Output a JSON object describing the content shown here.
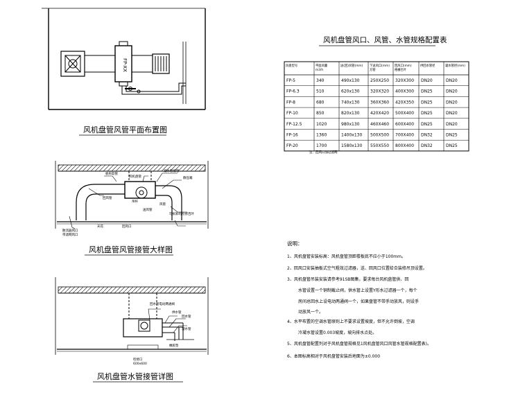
{
  "plan": {
    "unit_label": "FP-XX",
    "title": "风机盘管风管平面布置图"
  },
  "detail": {
    "title": "风机盘管风管接管大样图",
    "callouts": [
      "帆布软管",
      "风机盘管",
      "凝水管接管",
      "回风管",
      "风管",
      "静压箱",
      "吊杆",
      "送风管",
      "天花",
      "回风口",
      "可拆卸的检修百叶",
      "散流器风口",
      "带滤网风口"
    ]
  },
  "water": {
    "title": "风机盘管水管接管详图",
    "callouts": [
      "回水管电动两通阀",
      "供水管",
      "回水管",
      "凝水管",
      "橡胶垫",
      "检修口"
    ],
    "access_size": "600x600"
  },
  "table": {
    "title": "风机盘管风口、风管、水管规格配置表",
    "headers": [
      "风盘型号",
      "平面风量 m3/h",
      "送(回)风管(mm)",
      "下送风口(mm) 方管",
      "回风口(mm) 格栅百叶",
      "供回水管径",
      "凝水管径(mm)"
    ],
    "rows": [
      [
        "FP-5",
        "340",
        "490x130",
        "250X250",
        "320X300",
        "DN20",
        "DN20"
      ],
      [
        "FP-6.3",
        "510",
        "620x130",
        "320X320",
        "400X300",
        "DN25",
        "DN20"
      ],
      [
        "FP-8",
        "680",
        "740x130",
        "360X360",
        "420X350",
        "DN25",
        "DN20"
      ],
      [
        "FP-10",
        "850",
        "820x130",
        "420X420",
        "500X400",
        "DN25",
        "DN20"
      ],
      [
        "FP-12.5",
        "1020",
        "980x130",
        "460X460",
        "600X400",
        "DN25",
        "DN20"
      ],
      [
        "FP-16",
        "1360",
        "1400x130",
        "500X500",
        "700X400",
        "DN32",
        "DN25"
      ],
      [
        "FP-20",
        "1700",
        "1580x130",
        "550X550",
        "800X400",
        "DN32",
        "DN25"
      ]
    ],
    "note": "注：回风口加过滤网"
  },
  "notes": {
    "heading": "说明：",
    "items": [
      "1、风机盘管安装标高：风机盘管顶距楼板底不应小于100mm。",
      "2、回风口安装抽板式空气粗效过滤器，送、回风口位置给合装修吊顶设置。",
      "3、风机盘管吊装安装请参考91SB图集，要求每台风机盘管供、回",
      "水管设置一个铜制截止阀，供水管上设置Y形水过滤器一个，每个",
      "房间总回水上设电动两通阀一个，如果盘管不带手动放风，则设手",
      "动放风一个。",
      "4、水平布置的空调水管原则上不要求设置坡度，但不允许倒坡，空调",
      "冷凝水管设置0.003坡度，坡向排水点处。",
      "5、风机盘管配置列对于风机盘管规格见1风机盘管风口风管水管规格配置表)。",
      "6、本图标高相对于风机盘管安装后地面为±0.000"
    ]
  }
}
